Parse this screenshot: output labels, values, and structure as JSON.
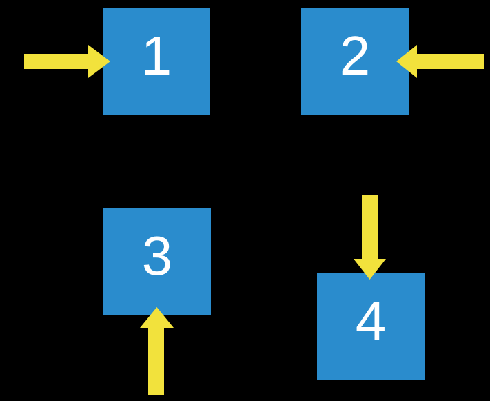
{
  "colors": {
    "background": "#000000",
    "square_blue": "#2A8CCD",
    "arrow_yellow": "#F2E23C",
    "number_white": "#FFFFFF"
  },
  "squares": [
    {
      "label": "1"
    },
    {
      "label": "2"
    },
    {
      "label": "3"
    },
    {
      "label": "4"
    }
  ],
  "arrows": [
    {
      "direction": "right",
      "points_at": "1"
    },
    {
      "direction": "left",
      "points_at": "2"
    },
    {
      "direction": "up",
      "points_at": "3"
    },
    {
      "direction": "down",
      "points_at": "4"
    }
  ]
}
